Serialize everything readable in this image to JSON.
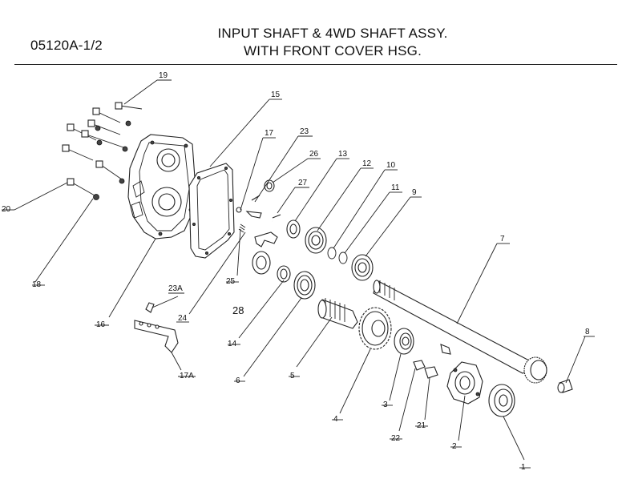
{
  "header": {
    "doc_code": "05120A-1/2",
    "title_line1": "INPUT SHAFT & 4WD SHAFT ASSY.",
    "title_line2": "WITH FRONT COVER HSG."
  },
  "callouts": [
    {
      "id": "c19",
      "label": "19"
    },
    {
      "id": "c15",
      "label": "15"
    },
    {
      "id": "c17",
      "label": "17"
    },
    {
      "id": "c23",
      "label": "23"
    },
    {
      "id": "c26",
      "label": "26"
    },
    {
      "id": "c27",
      "label": "27"
    },
    {
      "id": "c13",
      "label": "13"
    },
    {
      "id": "c12",
      "label": "12"
    },
    {
      "id": "c10",
      "label": "10"
    },
    {
      "id": "c11",
      "label": "11"
    },
    {
      "id": "c9",
      "label": "9"
    },
    {
      "id": "c7",
      "label": "7"
    },
    {
      "id": "c8",
      "label": "8"
    },
    {
      "id": "c20",
      "label": "20"
    },
    {
      "id": "c18",
      "label": "18"
    },
    {
      "id": "c16",
      "label": "16"
    },
    {
      "id": "c25",
      "label": "25"
    },
    {
      "id": "c28",
      "label": "28"
    },
    {
      "id": "c23A",
      "label": "23A"
    },
    {
      "id": "c24",
      "label": "24"
    },
    {
      "id": "c14",
      "label": "14"
    },
    {
      "id": "c17A",
      "label": "17A"
    },
    {
      "id": "c6",
      "label": "6"
    },
    {
      "id": "c5",
      "label": "5"
    },
    {
      "id": "c4",
      "label": "4"
    },
    {
      "id": "c3",
      "label": "3"
    },
    {
      "id": "c22",
      "label": "22"
    },
    {
      "id": "c21",
      "label": "21"
    },
    {
      "id": "c2",
      "label": "2"
    },
    {
      "id": "c1",
      "label": "1"
    }
  ]
}
